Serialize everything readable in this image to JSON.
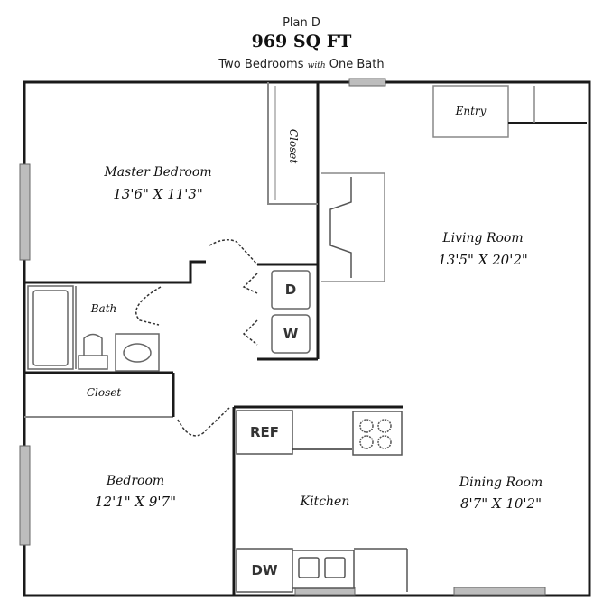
{
  "header": {
    "plan_name": "Plan D",
    "square_feet": "969 SQ FT",
    "subtitle_part1": "Two Bedrooms",
    "subtitle_with": "with",
    "subtitle_part2": "One Bath"
  },
  "rooms": {
    "master_bedroom": {
      "name": "Master Bedroom",
      "dimensions": "13'6\" X 11'3\""
    },
    "master_closet": {
      "name": "Closet"
    },
    "living_room": {
      "name": "Living Room",
      "dimensions": "13'5\" X 20'2\""
    },
    "entry": {
      "name": "Entry"
    },
    "bath": {
      "name": "Bath"
    },
    "hall_closet": {
      "name": "Closet"
    },
    "bedroom": {
      "name": "Bedroom",
      "dimensions": "12'1\" X 9'7\""
    },
    "kitchen": {
      "name": "Kitchen"
    },
    "dining_room": {
      "name": "Dining Room",
      "dimensions": "8'7\" X 10'2\""
    }
  },
  "appliances": {
    "dryer": "D",
    "washer": "W",
    "refrigerator": "REF",
    "dishwasher": "DW"
  },
  "colors": {
    "wall": "#1a1a1a",
    "window": "#9a9a9a",
    "fixture": "#777777",
    "background": "#ffffff"
  }
}
